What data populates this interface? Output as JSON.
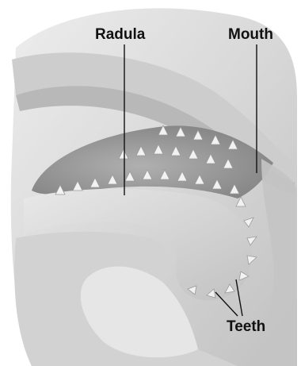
{
  "labels": {
    "radula": "Radula",
    "mouth": "Mouth",
    "teeth": "Teeth"
  },
  "colors": {
    "tissue_light": "#e4e4e4",
    "tissue_mid": "#c9c9c9",
    "tissue_dark": "#8a8a8a",
    "cavity": "#9c9c9c",
    "teeth": "#f2f2f2",
    "leader_line": "#111111"
  }
}
